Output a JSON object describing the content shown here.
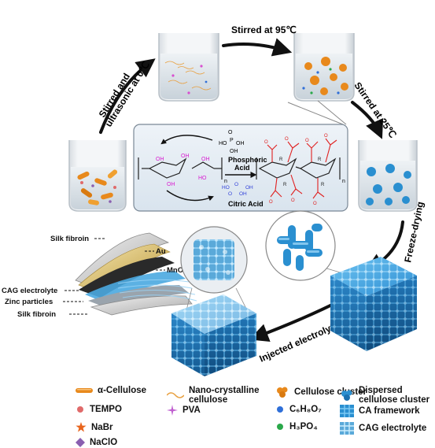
{
  "steps": {
    "stir_ultrasonic_line1": "Stirred and",
    "stir_ultrasonic_line2": "ultrasonic at 0℃",
    "stir_95": "Stirred  at 95℃",
    "stir_25": "Stirred  at 25℃",
    "freeze_drying": "Freeze-drying",
    "injected_electrolyte": "Injected electrolyte"
  },
  "chemistry": {
    "phosphoric_acid_line1": "Phosphoric",
    "phosphoric_acid_line2": "Acid",
    "citric_acid": "Citric Acid",
    "subscript_n": "n"
  },
  "device_labels": {
    "silk_fibroin_top": "Silk fibroin",
    "au": "Au",
    "cag_electrolyte": "CAG electrolyte",
    "mno2_rgo": "MnO₂/rGO",
    "zinc_particles": "Zinc particles",
    "silk_fibroin_bottom": "Silk fibroin"
  },
  "legend": [
    {
      "name": "alpha-cellulose",
      "label": "α-Cellulose",
      "icon": "orange-rod-icon"
    },
    {
      "name": "nano-crystalline-cellulose",
      "label": "Nano-crystalline cellulose",
      "icon": "orange-wave-icon"
    },
    {
      "name": "cellulose-cluster",
      "label": "Cellulose cluster",
      "icon": "orange-cluster-icon"
    },
    {
      "name": "dispersed-cellulose-cluster",
      "label": "Dispersed cellulose cluster",
      "icon": "blue-cluster-icon"
    },
    {
      "name": "tempo",
      "label": "TEMPO",
      "icon": "pink-dot-icon"
    },
    {
      "name": "pva",
      "label": "PVA",
      "icon": "purple-star-icon"
    },
    {
      "name": "c6h8o7",
      "label": "C₆H₈O₇",
      "icon": "blue-dot-icon"
    },
    {
      "name": "ca-framework",
      "label": "CA framework",
      "icon": "ca-framework-icon"
    },
    {
      "name": "nabr",
      "label": "NaBr",
      "icon": "orange-star-icon"
    },
    {
      "name": "h3po4",
      "label": "H₃PO₄",
      "icon": "green-dot-icon"
    },
    {
      "name": "naclo",
      "label": "NaClO",
      "icon": "purple-diamond-icon"
    },
    {
      "name": "cag-electrolyte",
      "label": "CAG electrolyte",
      "icon": "cag-electrolyte-icon"
    }
  ],
  "colors": {
    "cellulose_orange": "#e8891c",
    "framework_blue": "#2a8fd0",
    "phosphate_red": "#e02020",
    "citric_blue": "#2f3fd8",
    "hydroxyl_magenta": "#d81ad0",
    "panel_bg": "#e4ecf4"
  }
}
